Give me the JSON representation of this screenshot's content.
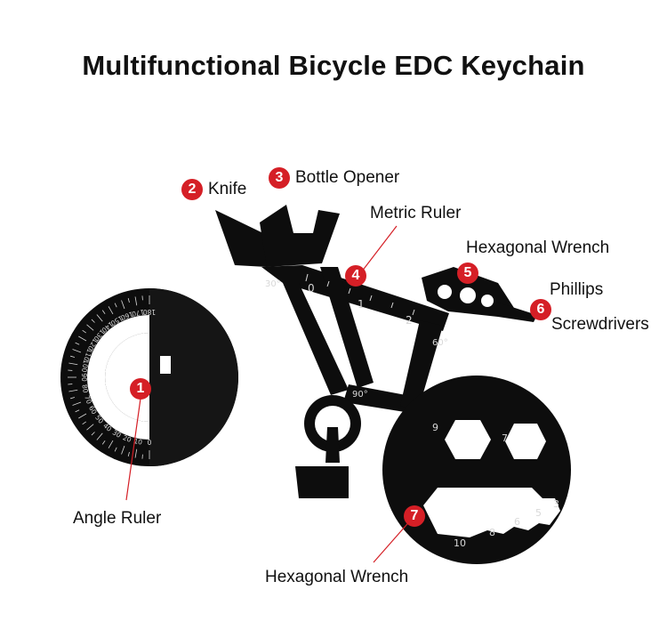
{
  "title": "Multifunctional Bicycle EDC Keychain",
  "callouts": [
    {
      "number": "1",
      "label": "Angle Ruler"
    },
    {
      "number": "2",
      "label": "Knife"
    },
    {
      "number": "3",
      "label": "Bottle Opener"
    },
    {
      "number": "4",
      "label": "Metric Ruler"
    },
    {
      "number": "5",
      "label": "Hexagonal Wrench"
    },
    {
      "number": "6",
      "label_line1": "Phillips",
      "label_line2": "Screwdrivers"
    },
    {
      "number": "7",
      "label": "Hexagonal Wrench"
    }
  ],
  "tool_markings": {
    "angles": [
      "30°",
      "60°",
      "90°"
    ],
    "ruler_numbers": [
      "0",
      "1",
      "2"
    ],
    "wrench_sizes": [
      "9",
      "7",
      "10",
      "8",
      "6",
      "5",
      "3"
    ],
    "protractor_outer": [
      "0",
      "10",
      "20",
      "30",
      "40",
      "50",
      "60",
      "70",
      "80",
      "90",
      "100",
      "110",
      "120",
      "130",
      "140",
      "150",
      "160",
      "170",
      "180"
    ]
  },
  "colors": {
    "tool": "#0d0d0d",
    "badge": "#d51f26",
    "leader_line": "#d51f26",
    "marking": "#d8d8d8"
  }
}
